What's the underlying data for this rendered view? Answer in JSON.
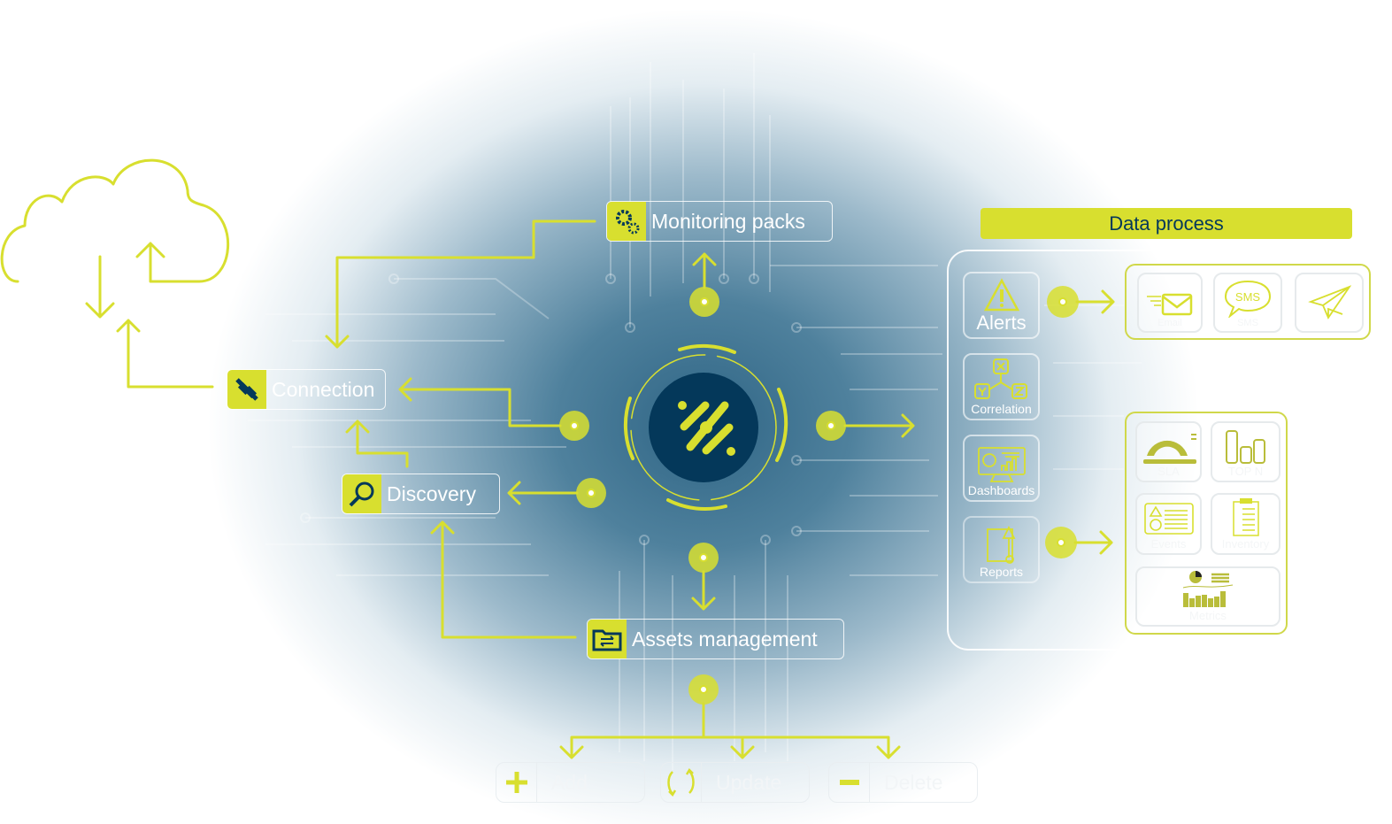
{
  "nodes": {
    "monitoring": "Monitoring packs",
    "connection": "Connection",
    "discovery": "Discovery",
    "assets": "Assets  management"
  },
  "data_process": {
    "title": "Data process",
    "steps": [
      "Alerts",
      "Correlation",
      "Dashboards",
      "Reports"
    ],
    "notifications": [
      "Email",
      "SMS"
    ],
    "reports": [
      "SLA",
      "TOP N",
      "Events",
      "Inventory",
      "Metrics"
    ]
  },
  "actions": {
    "add": "Add",
    "update": "Update",
    "delete": "Delete"
  },
  "colors": {
    "accent": "#d8df2f",
    "navy": "#04385a"
  }
}
